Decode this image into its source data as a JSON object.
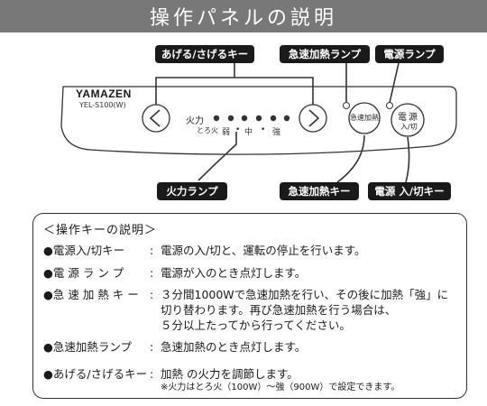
{
  "title": "操作パネルの説明",
  "callouts": {
    "updown": "あげる/さげるキー",
    "rapid_lamp": "急速加熱ランプ",
    "power_lamp": "電源ランプ",
    "heat_lamp": "火力ランプ",
    "rapid_key": "急速加熱キー",
    "power_key": "電源 入/切キー"
  },
  "panel": {
    "brand": "YAMAZEN",
    "model": "YEL-S100(W)",
    "left_arrow": "<",
    "right_arrow": ">",
    "heat_label": "火力",
    "heat_levels": [
      "とろ火",
      "弱",
      "•",
      "中",
      "•",
      "強"
    ],
    "rapid_button": "急速加熱",
    "power_button_top": "電源",
    "power_button_bottom": "入/切"
  },
  "instructions": {
    "heading": "＜操作キーの説明＞",
    "rows": [
      {
        "key": "●電源入/切キー",
        "sep": ":",
        "desc": "電源の入/切と、運転の停止を行います。"
      },
      {
        "key": "●電 源 ラ ン プ",
        "sep": ":",
        "desc": "電源が入のとき点灯します。"
      },
      {
        "key": "●急 速 加 熱 キ ー",
        "sep": ":",
        "desc": "３分間1000Wで急速加熱を行い、その後に加熱「強」に"
      },
      {
        "key": "●急速加熱ランプ",
        "sep": ":",
        "desc": "急速加熱のとき点灯します。"
      },
      {
        "key": "●あげる/さげるキー",
        "sep": ":",
        "desc": "加熱 の火力を調節します。"
      }
    ],
    "rapid_cont1": "切り替わります。再び急速加熱を行う場合は、",
    "rapid_cont2": "５分以上たってから行ってください。",
    "updown_note": "※火力はとろ火（100W）～強（900W）で設定できます。"
  }
}
